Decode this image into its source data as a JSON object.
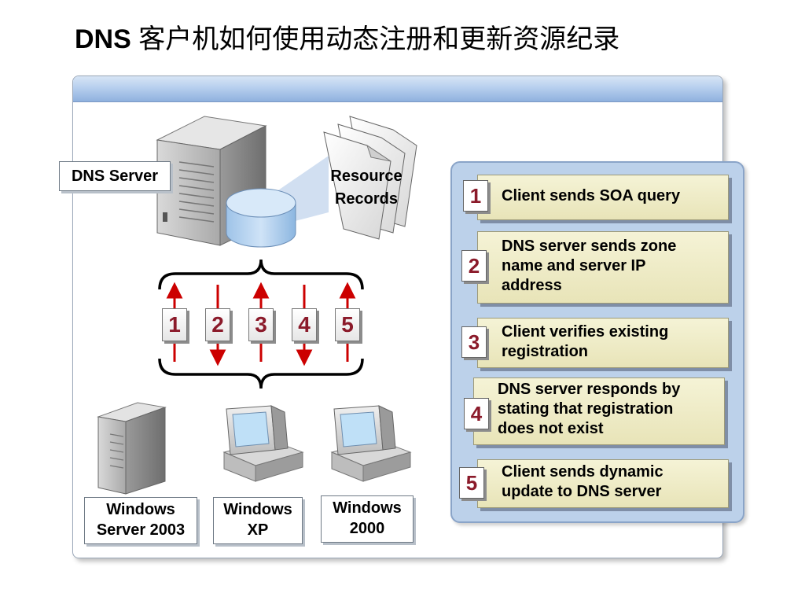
{
  "title": {
    "prefix": "DNS",
    "rest": " 客户机如何使用动态注册和更新资源纪录"
  },
  "dns_server_label": "DNS Server",
  "resource_records": {
    "line1": "Resource",
    "line2": "Records"
  },
  "arrows": [
    {
      "num": "1",
      "direction": "up"
    },
    {
      "num": "2",
      "direction": "down"
    },
    {
      "num": "3",
      "direction": "up"
    },
    {
      "num": "4",
      "direction": "down"
    },
    {
      "num": "5",
      "direction": "up"
    }
  ],
  "clients": [
    {
      "line1": "Windows",
      "line2": "Server 2003"
    },
    {
      "line1": "Windows",
      "line2": "XP"
    },
    {
      "line1": "Windows",
      "line2": "2000"
    }
  ],
  "steps": [
    {
      "num": "1",
      "lines": [
        "Client sends SOA query"
      ]
    },
    {
      "num": "2",
      "lines": [
        "DNS server sends zone",
        "name and server IP",
        "address"
      ]
    },
    {
      "num": "3",
      "lines": [
        "Client verifies existing",
        "registration"
      ]
    },
    {
      "num": "4",
      "lines": [
        "DNS server responds by",
        "stating that registration",
        "does not exist"
      ]
    },
    {
      "num": "5",
      "lines": [
        "Client sends dynamic",
        "update to DNS server"
      ]
    }
  ],
  "colors": {
    "arrow": "#cc0000",
    "number": "#8b1a2a",
    "panel_blue": "#bcd1ea",
    "card": "#eeebc6"
  }
}
